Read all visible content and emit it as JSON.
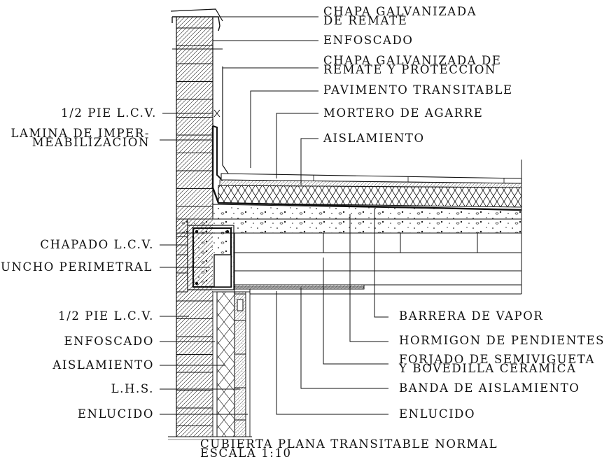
{
  "labels_right": {
    "chapa_remate": [
      "CHAPA GALVANIZADA",
      "DE REMATE"
    ],
    "enfoscado_top": "ENFOSCADO",
    "chapa_proteccion": [
      "CHAPA GALVANIZADA DE",
      "REMATE Y PROTECCION"
    ],
    "pavimento": "PAVIMENTO TRANSITABLE",
    "mortero": "MORTERO DE AGARRE",
    "aislamiento_top": "AISLAMIENTO",
    "barrera": "BARRERA DE VAPOR",
    "hormigon": "HORMIGON DE PENDIENTES",
    "forjado": [
      "FORJADO DE SEMIVIGUETA",
      "Y BOVEDILLA CERAMICA"
    ],
    "banda": "BANDA DE AISLAMIENTO",
    "enlucido_right": "ENLUCIDO"
  },
  "labels_left": {
    "medio_pie_top": "1/2 PIE L.C.V.",
    "lamina": [
      "LAMINA DE IMPER-",
      "MEABILIZACION"
    ],
    "chapado": "CHAPADO L.C.V.",
    "zuncho": "ZUNCHO PERIMETRAL",
    "medio_pie_bottom": "1/2 PIE L.C.V.",
    "enfoscado_bottom": "ENFOSCADO",
    "aislamiento_bottom": "AISLAMIENTO",
    "lhs": "L.H.S.",
    "enlucido_left": "ENLUCIDO"
  },
  "caption": {
    "title": "CUBIERTA PLANA TRANSITABLE NORMAL",
    "scale": "ESCALA 1:10"
  }
}
